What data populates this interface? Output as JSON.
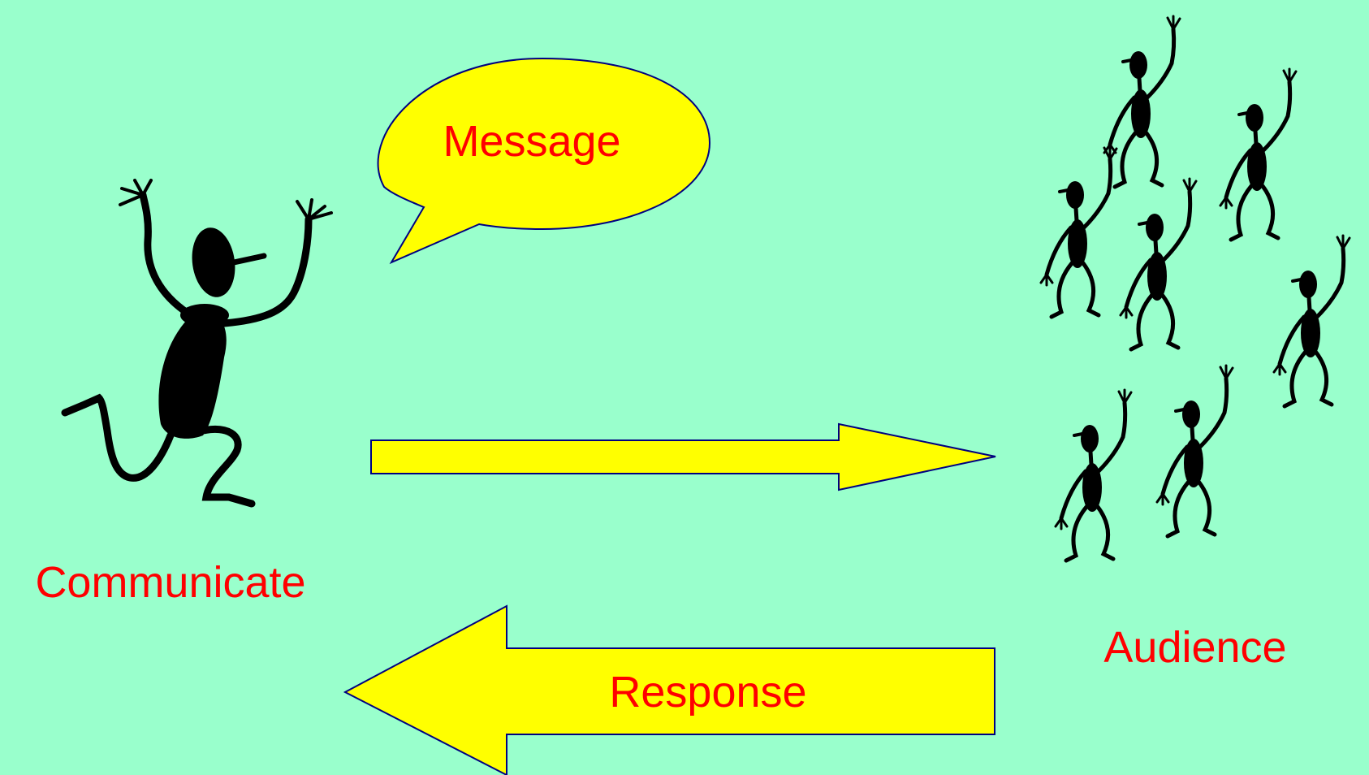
{
  "labels": {
    "message": "Message",
    "communicate": "Communicate",
    "audience": "Audience",
    "response": "Response"
  },
  "colors": {
    "background": "#99ffcc",
    "shape_fill": "#ffff00",
    "shape_stroke": "#000080",
    "text": "#ff0000",
    "figure": "#000000"
  },
  "icons": {
    "communicator": "dancing-stick-figure-icon",
    "audience": "crowd-of-stick-figures-icon"
  }
}
